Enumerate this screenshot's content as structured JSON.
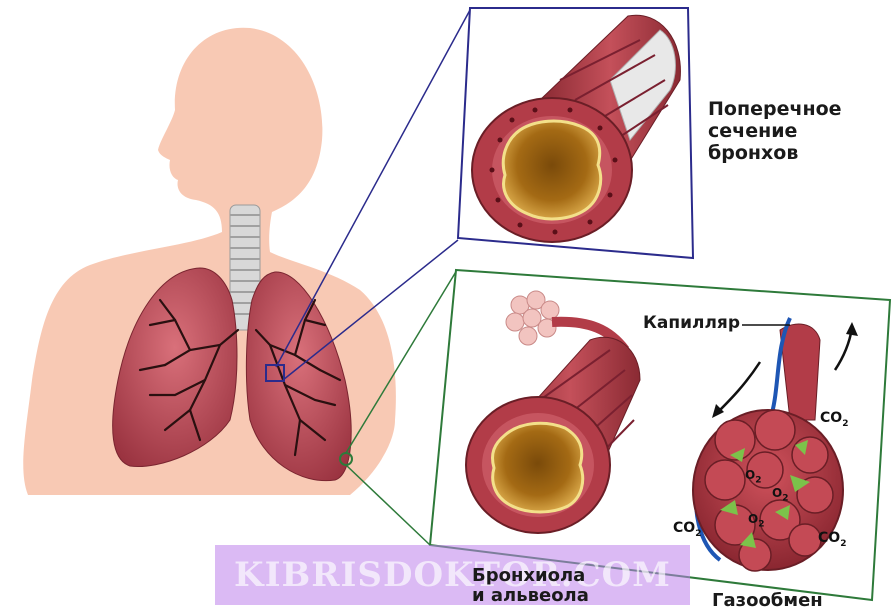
{
  "labels": {
    "cross_section": [
      "Поперечное",
      "сечение",
      "бронхов"
    ],
    "capillary": "Капилляр",
    "bronchiole": [
      "Бронхиола",
      "и альвеола"
    ],
    "gas_exchange": "Газообмен",
    "co2": "CO",
    "o2": "O",
    "subscript_2": "2"
  },
  "watermark": "KIBRISDOKTOR.COM",
  "colors": {
    "skin": "#f8c9b4",
    "lung": "#b84a55",
    "tissue": "#a93540",
    "mucus": "#f3d88a",
    "lumen": "#8e5a12",
    "panel_top_border": "#2b2b8c",
    "panel_bottom_border": "#2e7a3a",
    "arrow_green": "#7cc24a",
    "capillary_blue": "#1e56b4"
  }
}
